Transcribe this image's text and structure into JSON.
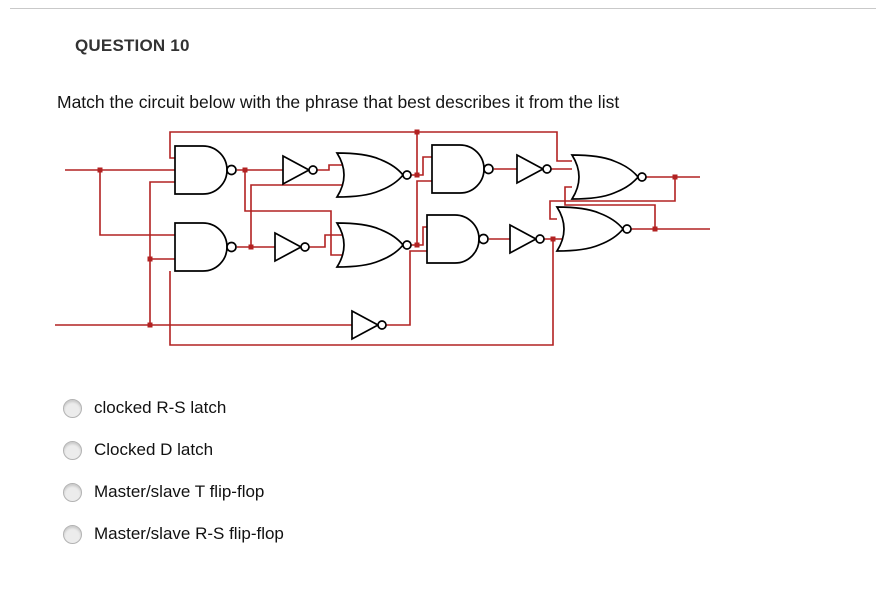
{
  "header": {
    "question_label": "QUESTION 10"
  },
  "prompt": "Match the circuit below with the phrase that best describes it from the list",
  "options": [
    {
      "label": "clocked R-S latch",
      "selected": false
    },
    {
      "label": "Clocked D latch",
      "selected": false
    },
    {
      "label": "Master/slave T flip-flop",
      "selected": false
    },
    {
      "label": "Master/slave R-S flip-flop",
      "selected": false
    }
  ],
  "circuit": {
    "wire_color": "#b22222",
    "gate_color": "#000000",
    "gate_types": [
      "nand",
      "inverter",
      "nor"
    ],
    "inputs": 2,
    "outputs": 2
  }
}
